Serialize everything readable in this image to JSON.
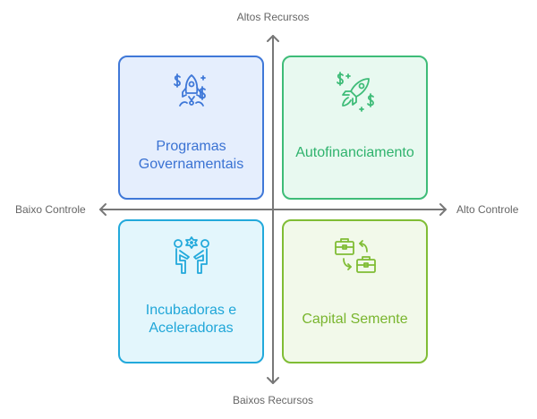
{
  "axes": {
    "top": "Altos Recursos",
    "bottom": "Baixos Recursos",
    "left": "Baixo Controle",
    "right": "Alto Controle"
  },
  "quadrants": [
    {
      "position": "top-left",
      "label": "Programas Governamentais",
      "icon": "rocket-dollar-icon",
      "color": "#3f78d8",
      "fill": "#e5eefd"
    },
    {
      "position": "top-right",
      "label": "Autofinanciamento",
      "icon": "rocket-launch-dollar-icon",
      "color": "#3ebc78",
      "fill": "#e8f9f0"
    },
    {
      "position": "bottom-left",
      "label": "Incubadoras e Aceleradoras",
      "icon": "people-collaborate-icon",
      "color": "#22a9db",
      "fill": "#e3f6fc"
    },
    {
      "position": "bottom-right",
      "label": "Capital Semente",
      "icon": "briefcase-exchange-icon",
      "color": "#80bd35",
      "fill": "#f2f9ea"
    }
  ]
}
